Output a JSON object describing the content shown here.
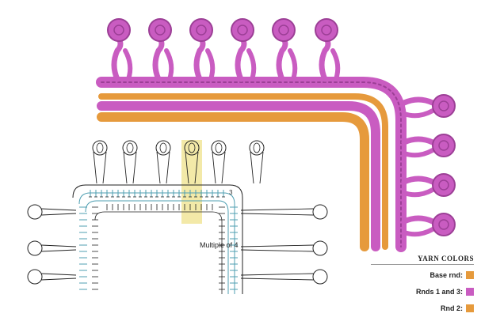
{
  "chart": {
    "multiple_label": "Multiple of 4",
    "marker": "3"
  },
  "legend": {
    "title": "YARN COLORS",
    "items": [
      {
        "label": "Base rnd:",
        "color": "#e69a3c"
      },
      {
        "label": "Rnds 1 and 3:",
        "color": "#c95cc1"
      },
      {
        "label": "Rnd 2:",
        "color": "#e69a3c"
      }
    ]
  },
  "colors": {
    "magenta": "#c95cc1",
    "magenta_dark": "#9c3f96",
    "orange": "#e69a3c",
    "orange_dark": "#c07a22",
    "highlight": "#f3e9a8",
    "chart_blue": "#4f9fb2"
  }
}
